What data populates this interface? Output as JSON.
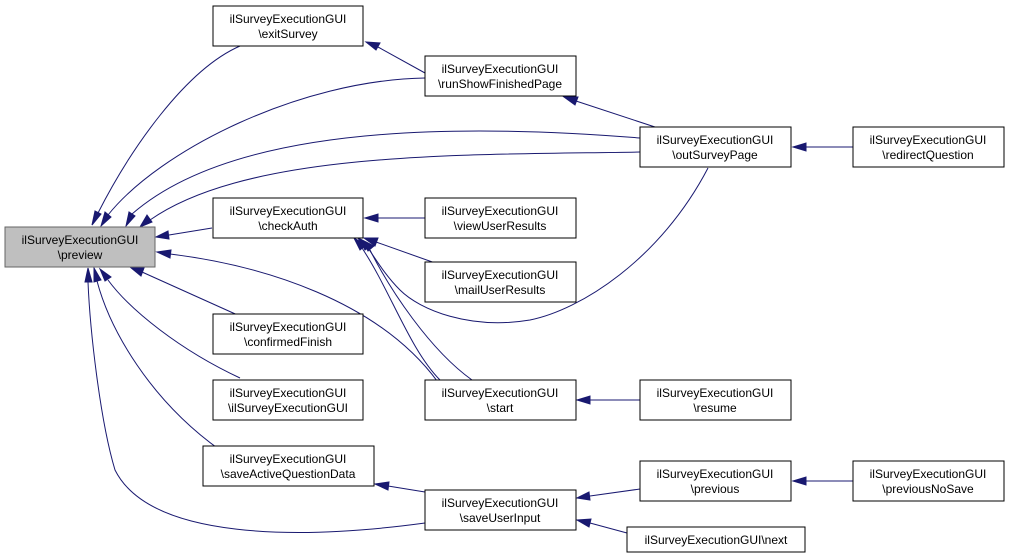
{
  "colors": {
    "edge": "#191970",
    "node_border": "#000000",
    "highlight_fill": "#bfbfbf",
    "highlight_border": "#666666"
  },
  "nodes": {
    "preview": {
      "line1": "ilSurveyExecutionGUI",
      "line2": "\\preview"
    },
    "exitSurvey": {
      "line1": "ilSurveyExecutionGUI",
      "line2": "\\exitSurvey"
    },
    "runShowFinishedPage": {
      "line1": "ilSurveyExecutionGUI",
      "line2": "\\runShowFinishedPage"
    },
    "outSurveyPage": {
      "line1": "ilSurveyExecutionGUI",
      "line2": "\\outSurveyPage"
    },
    "redirectQuestion": {
      "line1": "ilSurveyExecutionGUI",
      "line2": "\\redirectQuestion"
    },
    "checkAuth": {
      "line1": "ilSurveyExecutionGUI",
      "line2": "\\checkAuth"
    },
    "viewUserResults": {
      "line1": "ilSurveyExecutionGUI",
      "line2": "\\viewUserResults"
    },
    "mailUserResults": {
      "line1": "ilSurveyExecutionGUI",
      "line2": "\\mailUserResults"
    },
    "confirmedFinish": {
      "line1": "ilSurveyExecutionGUI",
      "line2": "\\confirmedFinish"
    },
    "constructor": {
      "line1": "ilSurveyExecutionGUI",
      "line2": "\\ilSurveyExecutionGUI"
    },
    "start": {
      "line1": "ilSurveyExecutionGUI",
      "line2": "\\start"
    },
    "resume": {
      "line1": "ilSurveyExecutionGUI",
      "line2": "\\resume"
    },
    "saveActiveQuestionData": {
      "line1": "ilSurveyExecutionGUI",
      "line2": "\\saveActiveQuestionData"
    },
    "saveUserInput": {
      "line1": "ilSurveyExecutionGUI",
      "line2": "\\saveUserInput"
    },
    "previous": {
      "line1": "ilSurveyExecutionGUI",
      "line2": "\\previous"
    },
    "previousNoSave": {
      "line1": "ilSurveyExecutionGUI",
      "line2": "\\previousNoSave"
    },
    "next": {
      "line1": "ilSurveyExecutionGUI\\next"
    }
  }
}
